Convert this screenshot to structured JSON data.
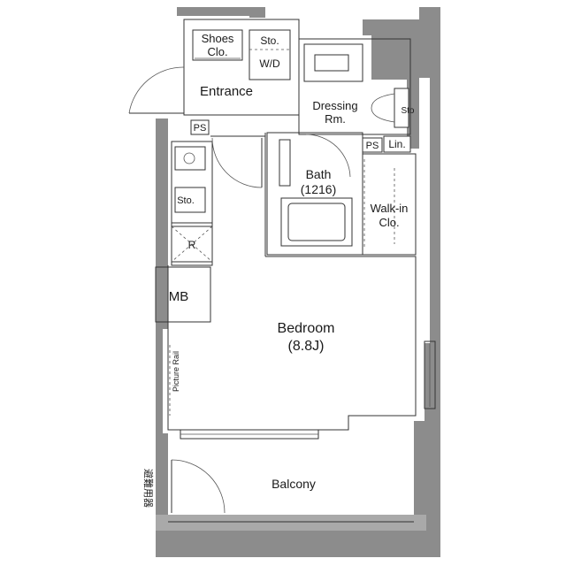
{
  "rooms": {
    "shoes": "Shoes\nClo.",
    "storage_top": "Sto.",
    "wd": "W/D",
    "entrance": "Entrance",
    "dressing": "Dressing\nRm.",
    "sto_small": "Sto",
    "ps_left": "PS",
    "ps_right": "PS",
    "linen": "Lin.",
    "bath": "Bath\n(1216)",
    "walkin": "Walk-in\nClo.",
    "kitchen_sto": "Sto.",
    "fridge": "R",
    "mb": "MB",
    "bedroom": "Bedroom\n(8.8J)",
    "picture_rail": "Picture Rail",
    "balcony": "Balcony",
    "vertical_note": "避難用器"
  },
  "colors": {
    "wall": "#8c8c8c",
    "line": "#333333"
  }
}
